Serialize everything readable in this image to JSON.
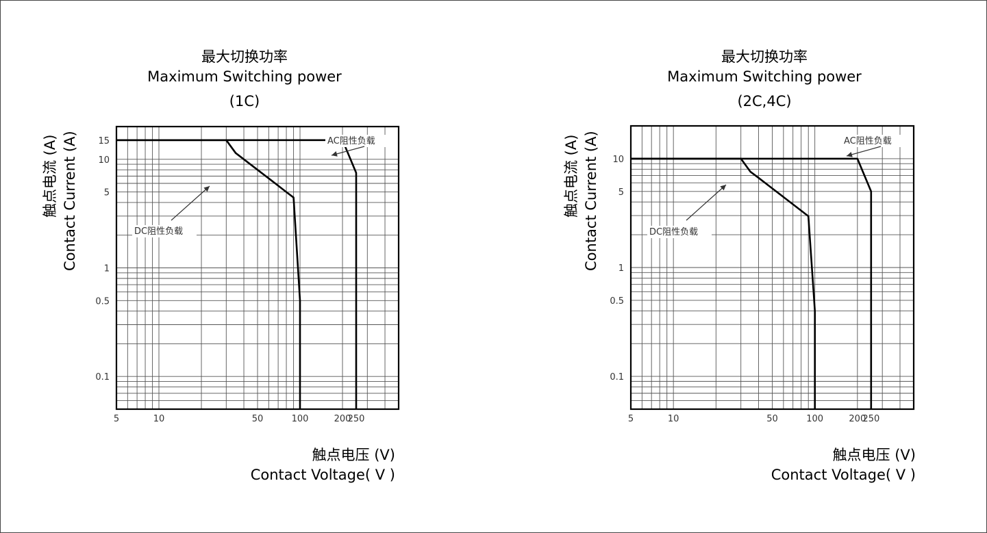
{
  "chart_data": [
    {
      "type": "line",
      "title": "最大切换功率",
      "subtitle": "Maximum Switching power",
      "variant": "(1C)",
      "ylabel_cn": "触点电流 (A)",
      "ylabel_en": "Contact Current (A)",
      "xlabel_cn": "触点电压 (V)",
      "xlabel_en": "Contact Voltage( V )",
      "x_scale": "log",
      "y_scale": "log",
      "xlim": [
        5,
        500
      ],
      "ylim": [
        0.05,
        20
      ],
      "x_ticks": [
        {
          "v": 5,
          "label": "5"
        },
        {
          "v": 10,
          "label": "10"
        },
        {
          "v": 50,
          "label": "50"
        },
        {
          "v": 100,
          "label": "100"
        },
        {
          "v": 200,
          "label": "200"
        },
        {
          "v": 250,
          "label": "250"
        }
      ],
      "y_ticks": [
        {
          "v": 15,
          "label": "15"
        },
        {
          "v": 10,
          "label": "10"
        },
        {
          "v": 5,
          "label": "5"
        },
        {
          "v": 1,
          "label": "1"
        },
        {
          "v": 0.5,
          "label": "0.5"
        },
        {
          "v": 0.1,
          "label": "0.1"
        }
      ],
      "grid": true,
      "series": [
        {
          "label": "DC阻性负载",
          "x": [
            5,
            30,
            35,
            40,
            50,
            60,
            70,
            80,
            90,
            100,
            100
          ],
          "y": [
            15,
            15,
            11.4,
            10,
            8,
            6.67,
            5.71,
            5,
            4.44,
            0.5,
            0.05
          ]
        },
        {
          "label": "AC阻性负载",
          "x": [
            5,
            200,
            250,
            250
          ],
          "y": [
            15,
            15,
            7.5,
            0.05
          ]
        }
      ]
    },
    {
      "type": "line",
      "title": "最大切换功率",
      "subtitle": "Maximum Switching power",
      "variant": "(2C,4C)",
      "ylabel_cn": "触点电流 (A)",
      "ylabel_en": "Contact Current (A)",
      "xlabel_cn": "触点电压 (V)",
      "xlabel_en": "Contact Voltage( V )",
      "x_scale": "log",
      "y_scale": "log",
      "xlim": [
        5,
        500
      ],
      "ylim": [
        0.05,
        20
      ],
      "x_ticks": [
        {
          "v": 5,
          "label": "5"
        },
        {
          "v": 10,
          "label": "10"
        },
        {
          "v": 50,
          "label": "50"
        },
        {
          "v": 100,
          "label": "100"
        },
        {
          "v": 200,
          "label": "200"
        },
        {
          "v": 250,
          "label": "250"
        }
      ],
      "y_ticks": [
        {
          "v": 10,
          "label": "10"
        },
        {
          "v": 5,
          "label": "5"
        },
        {
          "v": 1,
          "label": "1"
        },
        {
          "v": 0.5,
          "label": "0.5"
        },
        {
          "v": 0.1,
          "label": "0.1"
        }
      ],
      "grid": true,
      "series": [
        {
          "label": "DC阻性负载",
          "x": [
            5,
            30,
            35,
            40,
            50,
            60,
            70,
            80,
            90,
            100,
            100
          ],
          "y": [
            10,
            10,
            7.6,
            6.67,
            5.33,
            4.44,
            3.81,
            3.33,
            2.96,
            0.4,
            0.05
          ]
        },
        {
          "label": "AC阻性负载",
          "x": [
            5,
            200,
            250,
            250
          ],
          "y": [
            10,
            10,
            5,
            0.05
          ]
        }
      ]
    }
  ]
}
